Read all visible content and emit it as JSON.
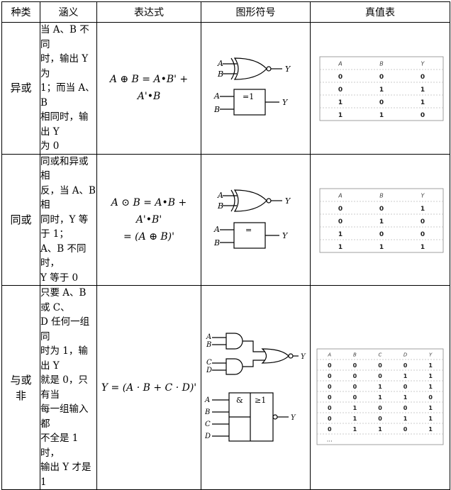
{
  "headers": [
    "种类",
    "涵义",
    "表达式",
    "图形符号",
    "真值表"
  ],
  "rows": [
    {
      "kind": "异或",
      "meaning": [
        "当 A、B 不同",
        "时，输出 Y 为",
        "1；而当 A、B",
        "相同时，输出 Y",
        "为 0"
      ],
      "expression": [
        "A ⊕ B = A•B' + A'•B"
      ],
      "gate_labels": {
        "in1": "A",
        "in2": "B",
        "out": "Y",
        "box": "=1"
      },
      "truth_table": {
        "header": [
          "A",
          "B",
          "Y"
        ],
        "rows": [
          [
            "0",
            "0",
            "0"
          ],
          [
            "0",
            "1",
            "1"
          ],
          [
            "1",
            "0",
            "1"
          ],
          [
            "1",
            "1",
            "0"
          ]
        ]
      }
    },
    {
      "kind": "同或",
      "meaning": [
        "同或和异或相",
        "反，当 A、B 相",
        "同时，Y 等于 1；",
        "A、B 不同时，",
        "Y 等于 0"
      ],
      "expression": [
        "A ⊙ B = A•B + A'•B'",
        "= (A ⊕ B)'"
      ],
      "gate_labels": {
        "in1": "A",
        "in2": "B",
        "out": "Y",
        "box": "="
      },
      "truth_table": {
        "header": [
          "A",
          "B",
          "Y"
        ],
        "rows": [
          [
            "0",
            "0",
            "1"
          ],
          [
            "0",
            "1",
            "0"
          ],
          [
            "1",
            "0",
            "0"
          ],
          [
            "1",
            "1",
            "1"
          ]
        ]
      }
    },
    {
      "kind": [
        "与或",
        "非"
      ],
      "meaning": [
        "只要 A、B 或 C、",
        "D 任何一组同",
        "时为 1，输出 Y",
        "就是 0，只有当",
        "每一组输入都",
        "不全是 1 时，",
        "输出 Y 才是 1"
      ],
      "expression": [
        "Y = (A · B + C · D)'"
      ],
      "gate_labels": {
        "a": "A",
        "b": "B",
        "c": "C",
        "d": "D",
        "out": "Y",
        "and_box": "&",
        "or_box": "≥1"
      },
      "truth_table": {
        "header": [
          "A",
          "B",
          "C",
          "D",
          "Y"
        ],
        "rows": [
          [
            "0",
            "0",
            "0",
            "0",
            "1"
          ],
          [
            "0",
            "0",
            "0",
            "1",
            "1"
          ],
          [
            "0",
            "0",
            "1",
            "0",
            "1"
          ],
          [
            "0",
            "0",
            "1",
            "1",
            "0"
          ],
          [
            "0",
            "1",
            "0",
            "0",
            "1"
          ],
          [
            "0",
            "1",
            "0",
            "1",
            "1"
          ],
          [
            "0",
            "1",
            "1",
            "0",
            "1"
          ]
        ],
        "ellipsis": "…"
      }
    }
  ]
}
